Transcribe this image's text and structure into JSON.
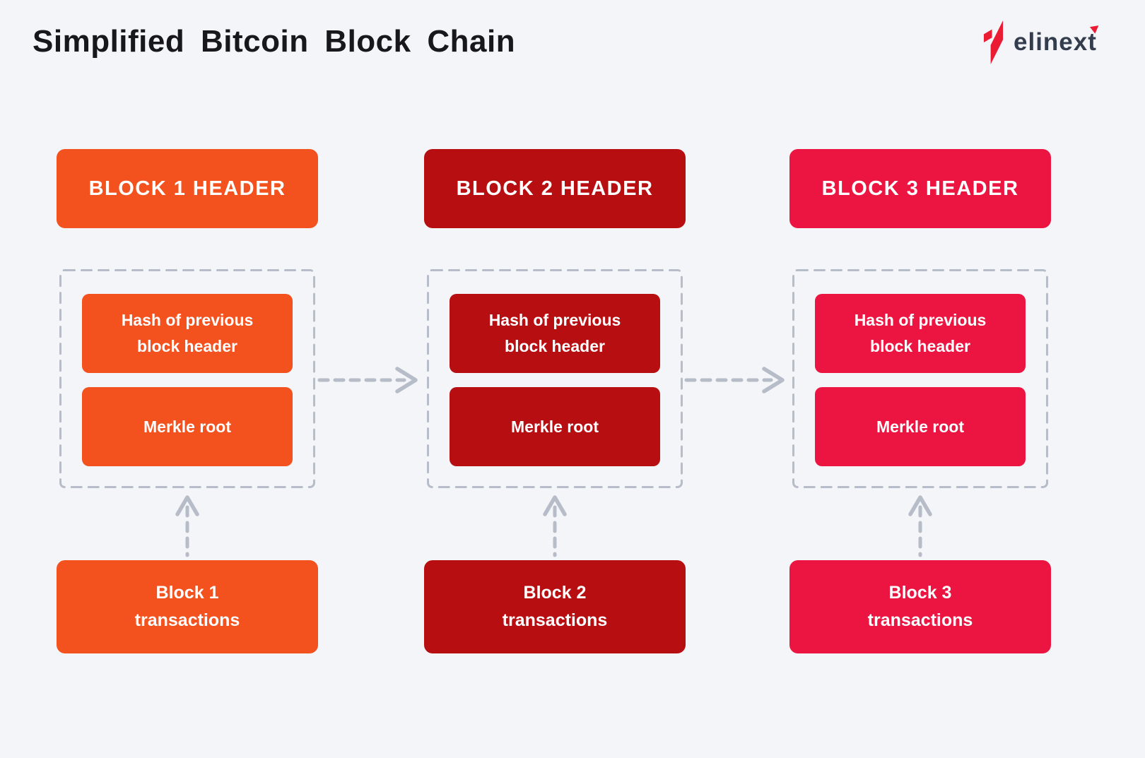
{
  "title": "Simplified Bitcoin Block Chain",
  "logo": {
    "text": "elinext"
  },
  "colors": {
    "background": "#F4F5F8",
    "dash": "#B6BCC8",
    "title": "#17171C",
    "logo_text": "#333D4E",
    "logo_red": "#EC1B34"
  },
  "blocks": [
    {
      "header_label": "BLOCK 1 HEADER",
      "hash_lines": [
        "Hash of previous",
        "block header"
      ],
      "merkle_label": "Merkle root",
      "transactions_lines": [
        "Block 1",
        "transactions"
      ],
      "color": "#F3511E"
    },
    {
      "header_label": "BLOCK 2 HEADER",
      "hash_lines": [
        "Hash of previous",
        "block header"
      ],
      "merkle_label": "Merkle root",
      "transactions_lines": [
        "Block 2",
        "transactions"
      ],
      "color": "#B70E12"
    },
    {
      "header_label": "BLOCK 3 HEADER",
      "hash_lines": [
        "Hash of previous",
        "block header"
      ],
      "merkle_label": "Merkle root",
      "transactions_lines": [
        "Block 3",
        "transactions"
      ],
      "color": "#EC1541"
    }
  ]
}
